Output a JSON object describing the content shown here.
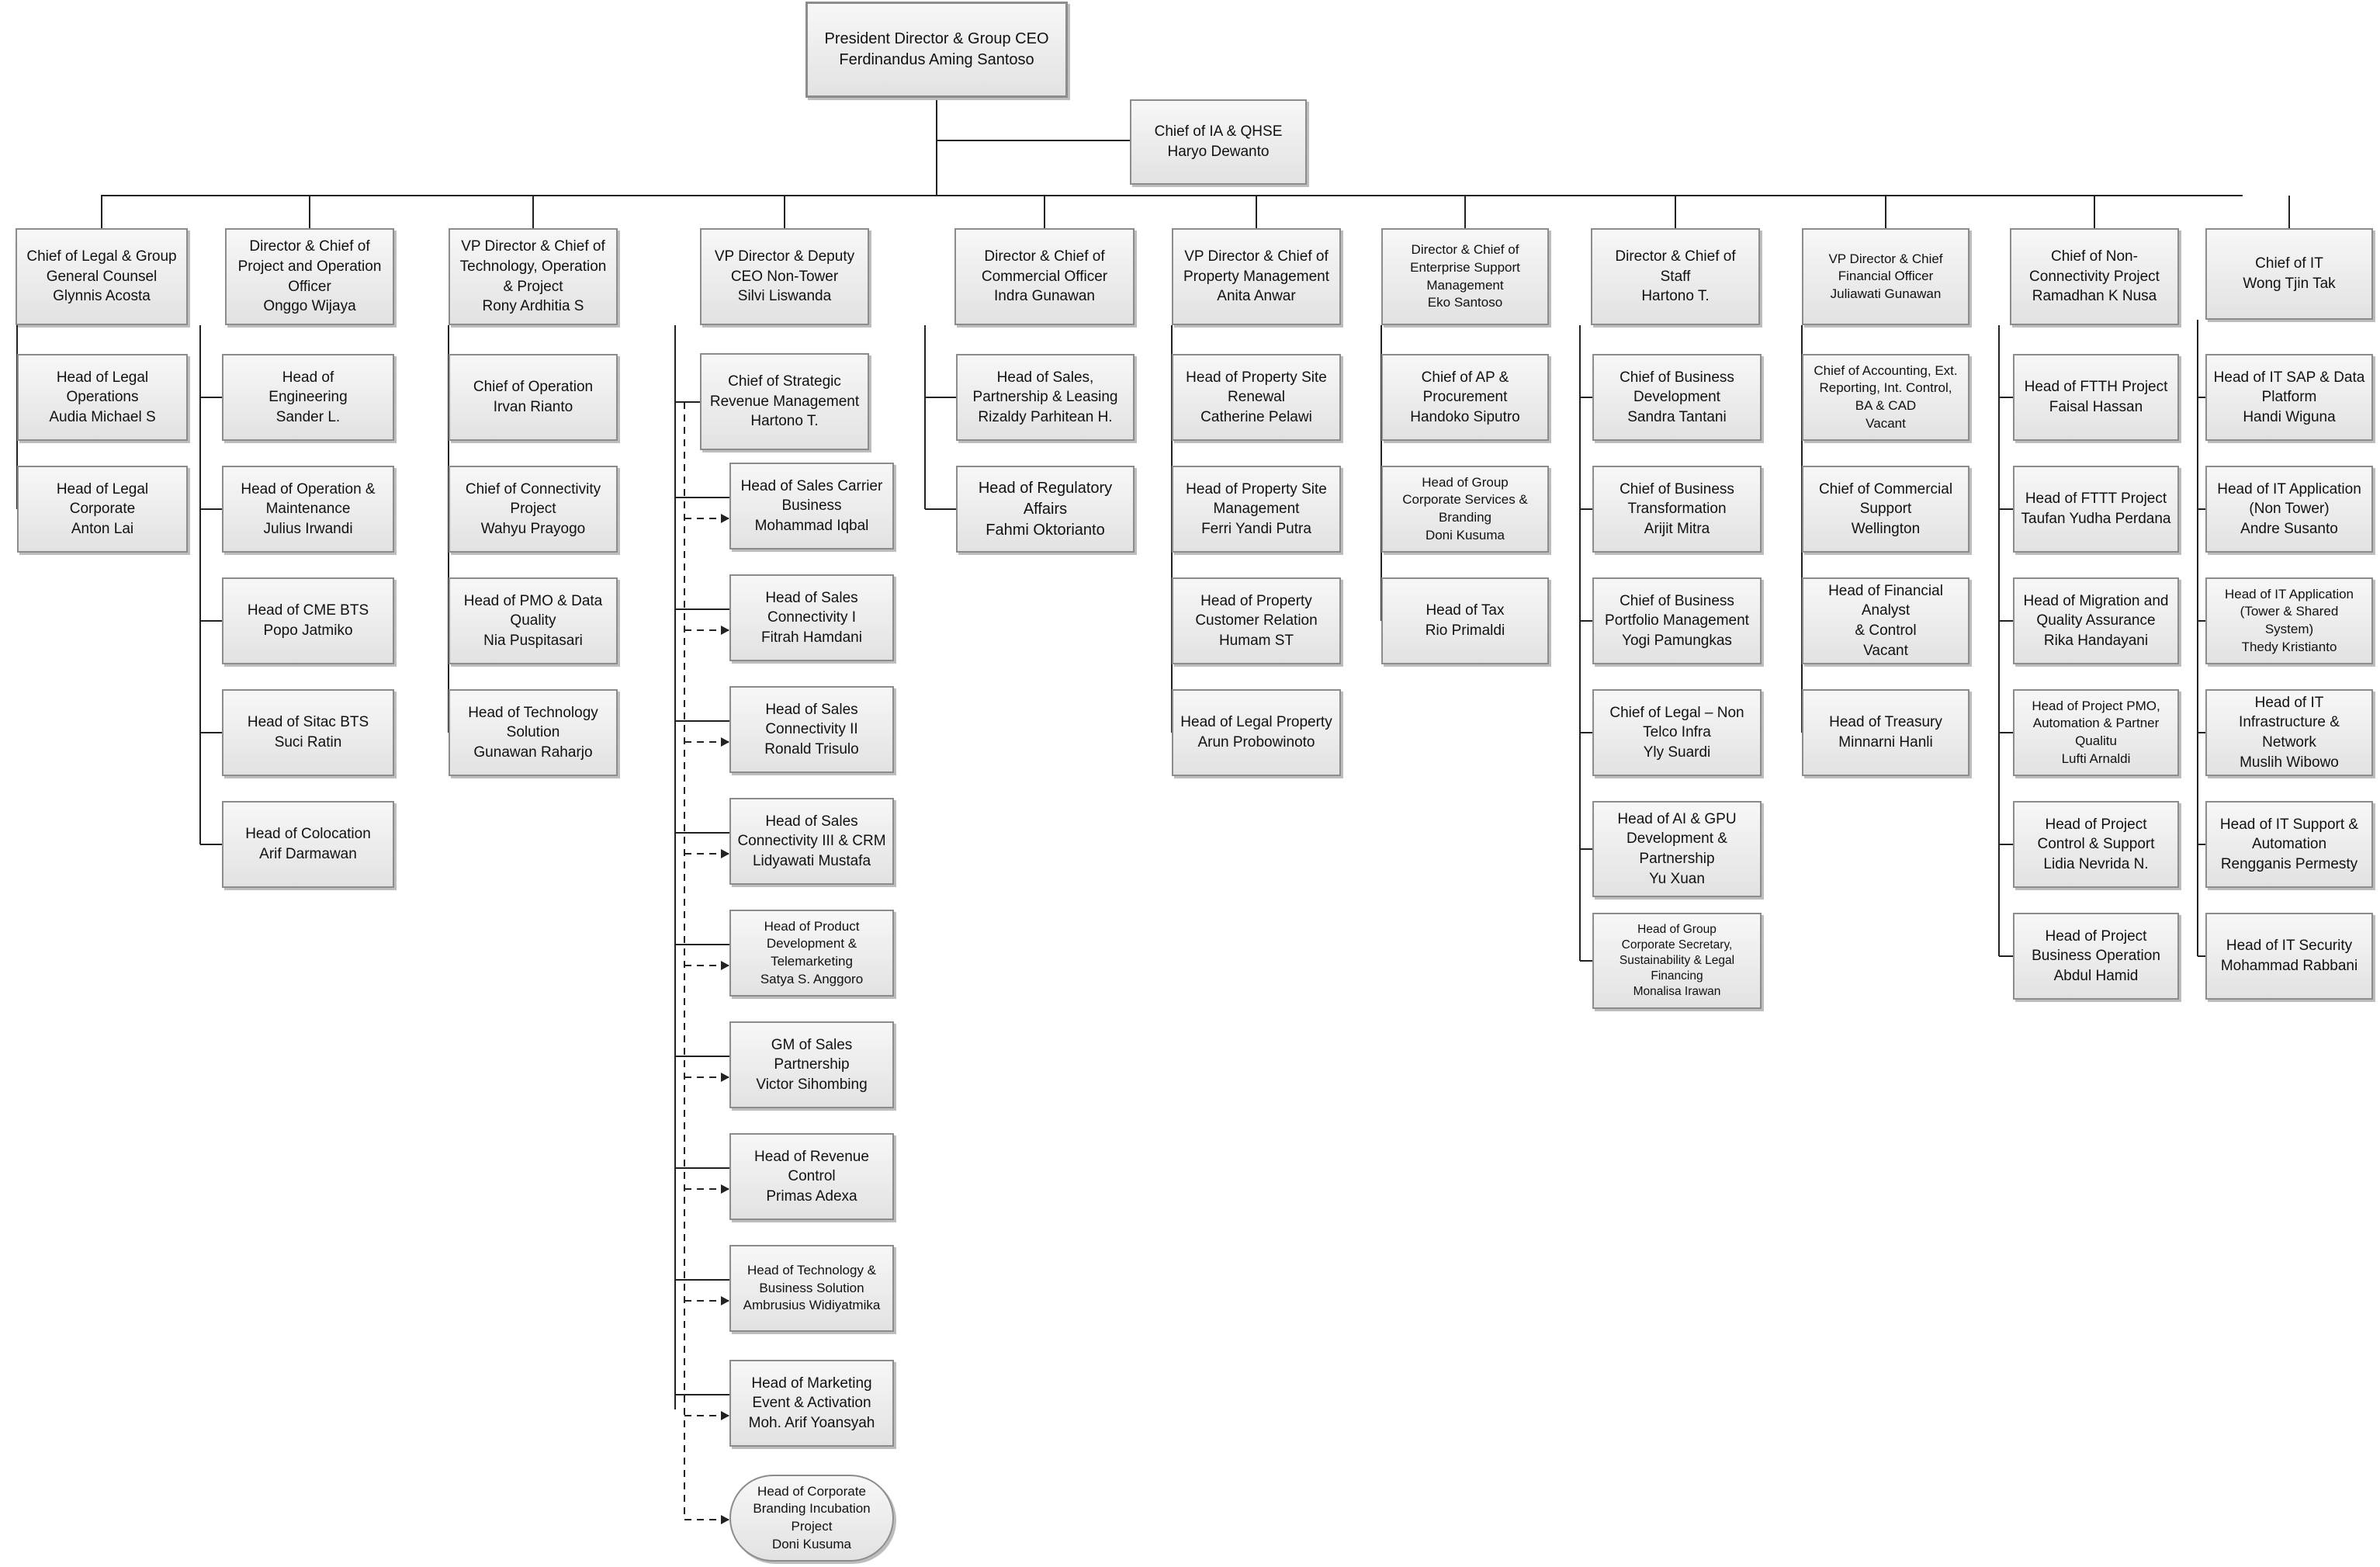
{
  "ceo": {
    "title": "President Director & Group CEO",
    "name": "Ferdinandus Aming Santoso"
  },
  "ia": {
    "title": "Chief of IA & QHSE",
    "name": "Haryo Dewanto"
  },
  "columns": [
    {
      "head": {
        "title": "Chief of Legal & Group\nGeneral Counsel",
        "name": "Glynnis Acosta"
      },
      "items": [
        {
          "title": "Head of Legal\nOperations",
          "name": "Audia Michael S"
        },
        {
          "title": "Head of Legal\nCorporate",
          "name": "Anton Lai"
        }
      ]
    },
    {
      "head": {
        "title": "Director & Chief of\nProject and Operation\nOfficer",
        "name": "Onggo Wijaya"
      },
      "items": [
        {
          "title": "Head of\nEngineering",
          "name": "Sander L."
        },
        {
          "title": "Head of Operation &\nMaintenance",
          "name": "Julius Irwandi"
        },
        {
          "title": "Head of CME BTS",
          "name": "Popo Jatmiko"
        },
        {
          "title": "Head of Sitac BTS",
          "name": "Suci Ratin"
        },
        {
          "title": "Head of Colocation",
          "name": "Arif Darmawan"
        }
      ]
    },
    {
      "head": {
        "title": "VP Director & Chief of\nTechnology, Operation\n& Project",
        "name": "Rony Ardhitia S"
      },
      "items": [
        {
          "title": "Chief of Operation",
          "name": "Irvan Rianto"
        },
        {
          "title": "Chief of Connectivity\nProject",
          "name": "Wahyu Prayogo"
        },
        {
          "title": "Head of PMO & Data\nQuality",
          "name": "Nia Puspitasari"
        },
        {
          "title": "Head of Technology\nSolution",
          "name": "Gunawan Raharjo"
        }
      ]
    },
    {
      "head": {
        "title": "VP Director & Deputy\nCEO Non-Tower",
        "name": "Silvi Liswanda"
      },
      "strategic": {
        "title": "Chief of Strategic\nRevenue Management",
        "name": "Hartono T."
      },
      "items": [
        {
          "title": "Head of Sales Carrier\nBusiness",
          "name": "Mohammad Iqbal"
        },
        {
          "title": "Head of Sales\nConnectivity I",
          "name": "Fitrah Hamdani"
        },
        {
          "title": "Head of Sales\nConnectivity II",
          "name": "Ronald Trisulo"
        },
        {
          "title": "Head of Sales\nConnectivity III & CRM",
          "name": "Lidyawati Mustafa"
        },
        {
          "title": "Head of Product\nDevelopment &\nTelemarketing",
          "name": "Satya S. Anggoro"
        },
        {
          "title": "GM of Sales\nPartnership",
          "name": "Victor Sihombing"
        },
        {
          "title": "Head of Revenue\nControl",
          "name": "Primas Adexa"
        },
        {
          "title": "Head of Technology &\nBusiness Solution",
          "name": "Ambrusius Widiyatmika"
        },
        {
          "title": "Head of Marketing\nEvent & Activation",
          "name": "Moh. Arif Yoansyah"
        },
        {
          "title": "Head of Corporate\nBranding Incubation\nProject",
          "name": "Doni Kusuma"
        }
      ]
    },
    {
      "head": {
        "title": "Director & Chief of\nCommercial Officer",
        "name": "Indra Gunawan"
      },
      "items": [
        {
          "title": "Head of Sales,\nPartnership & Leasing",
          "name": "Rizaldy Parhitean H."
        },
        {
          "title": "Head of Regulatory\nAffairs",
          "name": "Fahmi Oktorianto"
        }
      ]
    },
    {
      "head": {
        "title": "VP Director & Chief of\nProperty Management",
        "name": "Anita Anwar"
      },
      "items": [
        {
          "title": "Head of Property Site\nRenewal",
          "name": "Catherine Pelawi"
        },
        {
          "title": "Head of Property Site\nManagement",
          "name": "Ferri Yandi Putra"
        },
        {
          "title": "Head of Property\nCustomer Relation",
          "name": "Humam ST"
        },
        {
          "title": "Head of Legal Property",
          "name": "Arun Probowinoto"
        }
      ]
    },
    {
      "head": {
        "title": "Director & Chief of\nEnterprise Support\nManagement",
        "name": "Eko Santoso"
      },
      "items": [
        {
          "title": "Chief of AP &\nProcurement",
          "name": "Handoko Siputro"
        },
        {
          "title": "Head of Group\nCorporate Services &\nBranding",
          "name": "Doni Kusuma"
        },
        {
          "title": "Head of Tax",
          "name": "Rio Primaldi"
        }
      ]
    },
    {
      "head": {
        "title": "Director & Chief of\nStaff",
        "name": "Hartono T."
      },
      "items": [
        {
          "title": "Chief of Business\nDevelopment",
          "name": "Sandra Tantani"
        },
        {
          "title": "Chief of Business\nTransformation",
          "name": "Arijit Mitra"
        },
        {
          "title": "Chief of Business\nPortfolio Management",
          "name": "Yogi Pamungkas"
        },
        {
          "title": "Chief of Legal – Non\nTelco Infra",
          "name": "Yly Suardi"
        },
        {
          "title": "Head of AI & GPU\nDevelopment &\nPartnership",
          "name": "Yu Xuan"
        },
        {
          "title": "Head of Group\nCorporate Secretary,\nSustainability & Legal\nFinancing",
          "name": "Monalisa Irawan"
        }
      ]
    },
    {
      "head": {
        "title": "VP Director & Chief\nFinancial Officer",
        "name": "Juliawati Gunawan"
      },
      "items": [
        {
          "title": "Chief of Accounting, Ext.\nReporting, Int. Control,\nBA & CAD",
          "name": "Vacant"
        },
        {
          "title": "Chief of Commercial\nSupport",
          "name": "Wellington"
        },
        {
          "title": "Head of Financial Analyst\n& Control",
          "name": "Vacant"
        },
        {
          "title": "Head of Treasury",
          "name": "Minnarni Hanli"
        }
      ]
    },
    {
      "head": {
        "title": "Chief of Non-\nConnectivity Project",
        "name": "Ramadhan K Nusa"
      },
      "items": [
        {
          "title": "Head of FTTH Project",
          "name": "Faisal Hassan"
        },
        {
          "title": "Head of FTTT Project",
          "name": "Taufan Yudha Perdana"
        },
        {
          "title": "Head of Migration and\nQuality Assurance",
          "name": "Rika Handayani"
        },
        {
          "title": "Head of Project PMO,\nAutomation & Partner\nQualitu",
          "name": "Lufti Arnaldi"
        },
        {
          "title": "Head of Project\nControl & Support",
          "name": "Lidia Nevrida N."
        },
        {
          "title": "Head of Project\nBusiness Operation",
          "name": "Abdul Hamid"
        }
      ]
    },
    {
      "head": {
        "title": "Chief of IT",
        "name": "Wong Tjin Tak"
      },
      "items": [
        {
          "title": "Head of IT SAP & Data\nPlatform",
          "name": "Handi Wiguna"
        },
        {
          "title": "Head of IT Application\n(Non Tower)",
          "name": "Andre Susanto"
        },
        {
          "title": "Head of IT Application\n(Tower & Shared\nSystem)",
          "name": "Thedy Kristianto"
        },
        {
          "title": "Head of IT\nInfrastructure &\nNetwork",
          "name": "Muslih Wibowo"
        },
        {
          "title": "Head of IT Support &\nAutomation",
          "name": "Rengganis Permesty"
        },
        {
          "title": "Head of IT Security",
          "name": "Mohammad Rabbani"
        }
      ]
    }
  ]
}
